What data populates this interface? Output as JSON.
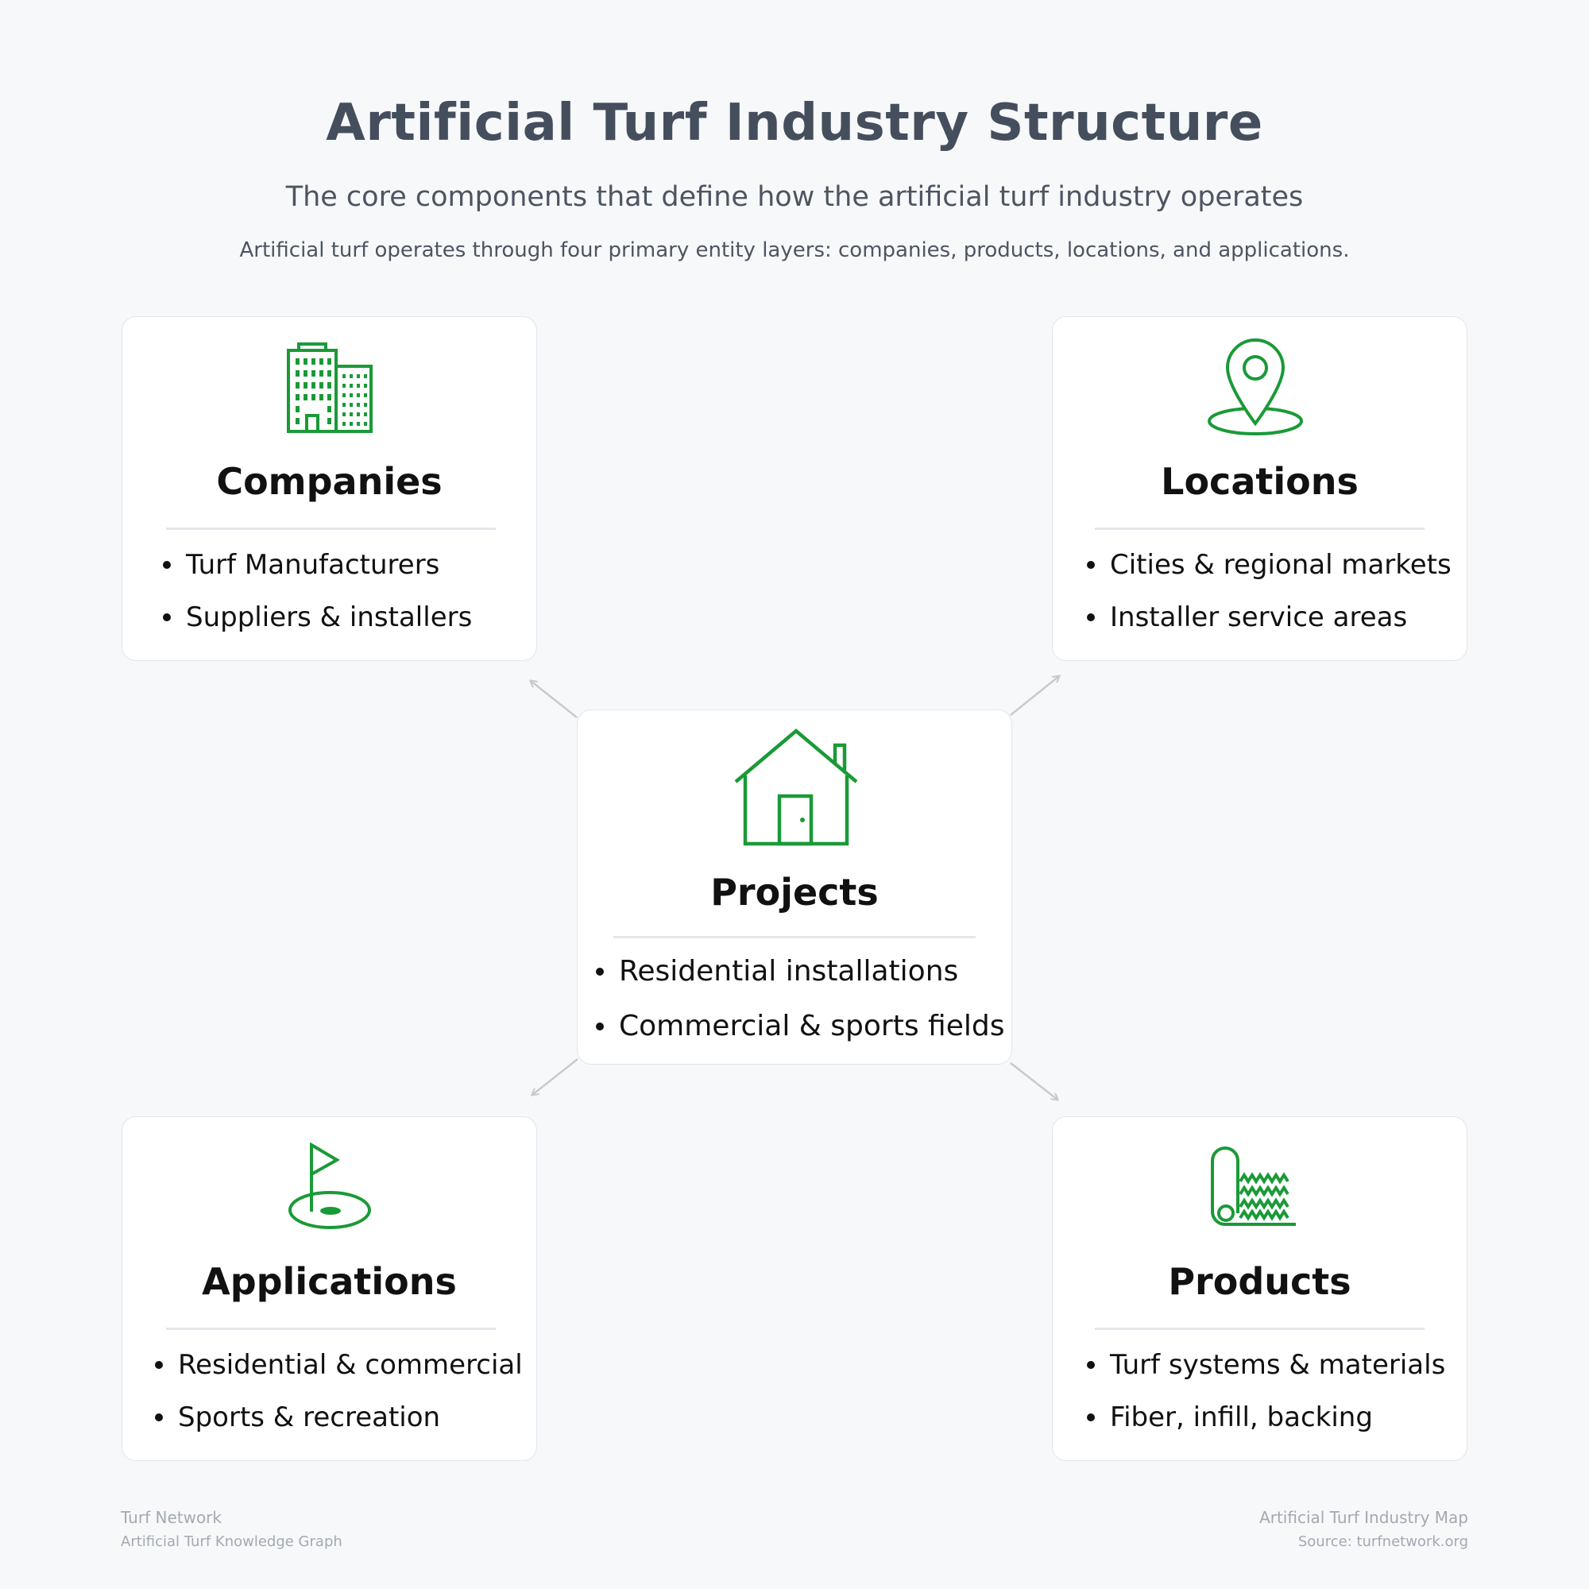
{
  "header": {
    "title": "Artificial Turf Industry Structure",
    "subtitle": "The core components that define how the artificial turf industry operates",
    "description": "Artificial turf operates through four primary entity layers: companies, products, locations, and applications."
  },
  "nodes": {
    "companies": {
      "icon": "office-buildings-icon",
      "title": "Companies",
      "items": [
        "Turf Manufacturers",
        "Suppliers & installers"
      ]
    },
    "locations": {
      "icon": "map-pin-icon",
      "title": "Locations",
      "items": [
        "Cities & regional markets",
        "Installer service areas"
      ]
    },
    "projects": {
      "icon": "house-icon",
      "title": "Projects",
      "items": [
        "Residential installations",
        "Commercial & sports fields"
      ]
    },
    "applications": {
      "icon": "golf-flag-icon",
      "title": "Applications",
      "items": [
        "Residential & commercial",
        "Sports & recreation"
      ]
    },
    "products": {
      "icon": "turf-roll-icon",
      "title": "Products",
      "items": [
        "Turf systems & materials",
        "Fiber, infill, backing"
      ]
    }
  },
  "edges": [
    {
      "from": "projects",
      "to": "companies"
    },
    {
      "from": "projects",
      "to": "locations"
    },
    {
      "from": "projects",
      "to": "applications"
    },
    {
      "from": "projects",
      "to": "products"
    }
  ],
  "footer": {
    "left_line1": "Turf Network",
    "left_line2": "Artificial Turf Knowledge Graph",
    "right_line1": "Artificial Turf Industry Map",
    "right_line2": "Source: turfnetwork.org"
  },
  "colors": {
    "icon": "#1a9a37",
    "connector": "#c7cacf",
    "title": "#454e5c"
  }
}
